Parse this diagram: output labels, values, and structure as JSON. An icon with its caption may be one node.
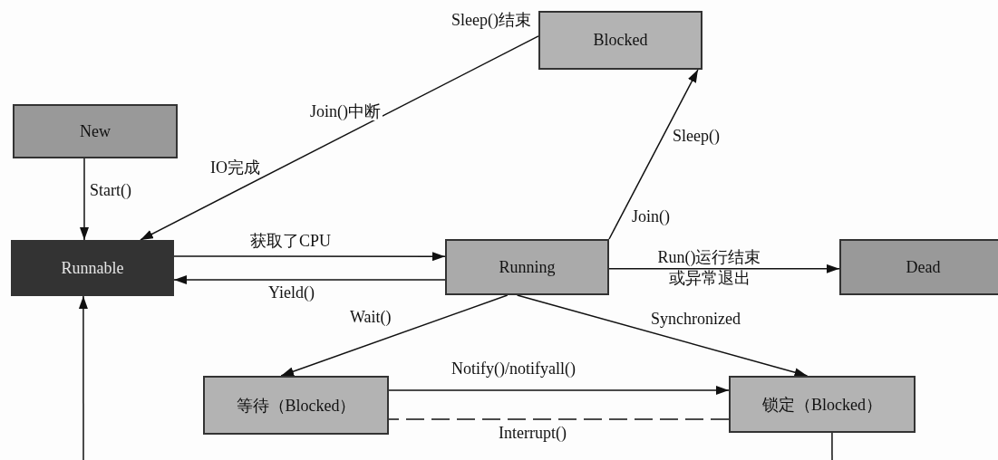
{
  "diagram": {
    "nodes": [
      {
        "text": [
          "New"
        ]
      },
      {
        "text": [
          "Blocked"
        ]
      },
      {
        "text": [
          "Runnable"
        ]
      },
      {
        "text": [
          "Running"
        ]
      },
      {
        "text": [
          "Dead"
        ]
      },
      {
        "text": [
          "等待（Blocked）"
        ]
      },
      {
        "text": [
          "锁定（Blocked）"
        ]
      }
    ],
    "edges": [
      {
        "from": 0,
        "to": 2,
        "arrow": "to",
        "label": "Start()"
      },
      {
        "from": 1,
        "to": 2,
        "arrow": "to",
        "label": "Sleep()结束"
      },
      {
        "from": 2,
        "to": 3,
        "arrow": "to",
        "label": "获取了CPU"
      },
      {
        "from": 3,
        "to": 2,
        "arrow": "to",
        "label": "Yield()"
      },
      {
        "from": 3,
        "to": 1,
        "arrow": "to",
        "label": "Sleep()"
      },
      {
        "from": 3,
        "to": 4,
        "arrow": "to",
        "label": "Run()运行结束或异常退出"
      },
      {
        "from": 3,
        "to": 5,
        "arrow": "to",
        "label": "Wait()"
      },
      {
        "from": 3,
        "to": 6,
        "arrow": "to",
        "label": "Synchronized"
      },
      {
        "from": 5,
        "to": 6,
        "arrow": "to",
        "label": "Notify()/notifyall()"
      },
      {
        "from": 6,
        "to": 5,
        "arrow": "none",
        "label": "Interrupt()",
        "style": "dashed"
      },
      {
        "from": 6,
        "to": null,
        "arrow": "none"
      },
      {
        "from": null,
        "to": 2,
        "arrow": "to"
      }
    ],
    "labels": [
      "Join()中断",
      "IO完成",
      "Join()"
    ]
  }
}
